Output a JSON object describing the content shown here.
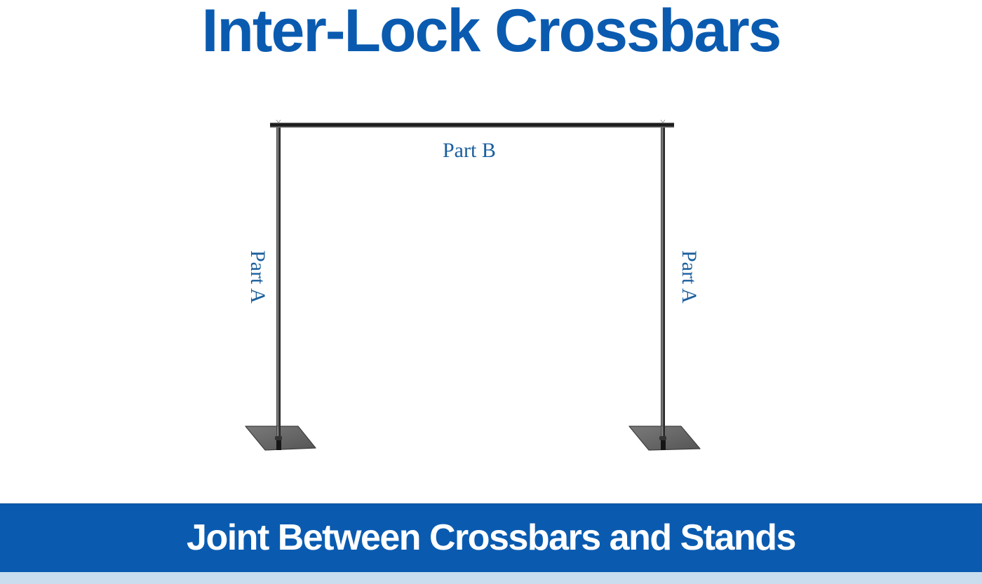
{
  "header": {
    "title": "Inter-Lock Crossbars"
  },
  "diagram": {
    "crossbar_label": "Part B",
    "left_upright_label": "Part A",
    "right_upright_label": "Part A",
    "parts": [
      {
        "name": "crossbar",
        "label": "Part B"
      },
      {
        "name": "left-upright",
        "label": "Part A"
      },
      {
        "name": "right-upright",
        "label": "Part A"
      },
      {
        "name": "left-base",
        "label": ""
      },
      {
        "name": "right-base",
        "label": ""
      }
    ]
  },
  "banner": {
    "text": "Joint Between Crossbars and Stands"
  },
  "colors": {
    "brand_blue": "#0a5bb0",
    "label_blue": "#1b5f9e",
    "footer_strip": "#c9ddef",
    "pole": "#4a4a4a",
    "base": "#6b6b6b"
  }
}
